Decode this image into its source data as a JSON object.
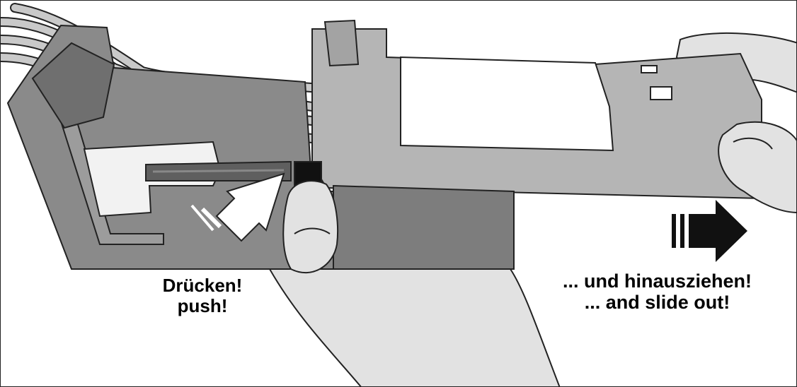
{
  "labels": {
    "push": {
      "line1": "Drücken!",
      "line2": "push!"
    },
    "slide": {
      "line1": "... und hinausziehen!",
      "line2": "... and slide out!"
    }
  },
  "colors": {
    "outline": "#222222",
    "housing_dark": "#7d7d7d",
    "housing_mid": "#9a9a9a",
    "housing_light": "#b5b5b5",
    "wire": "#c9c9c9",
    "hand": "#e2e2e2",
    "white": "#ffffff",
    "latch": "#111111"
  },
  "icons": [
    "push-arrow-icon",
    "slide-arrow-icon"
  ]
}
